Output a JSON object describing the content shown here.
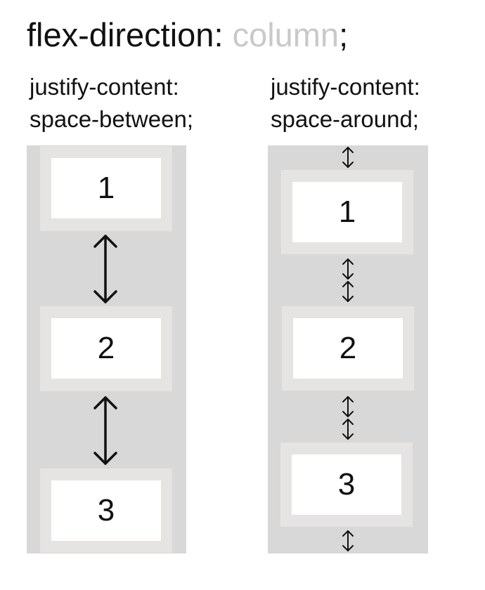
{
  "heading": {
    "property": "flex-direction:",
    "value": "column",
    "semicolon": ";"
  },
  "examples": [
    {
      "property_label": "justify-content:",
      "value_label": "space-between;",
      "items": [
        "1",
        "2",
        "3"
      ]
    },
    {
      "property_label": "justify-content:",
      "value_label": "space-around;",
      "items": [
        "1",
        "2",
        "3"
      ]
    }
  ],
  "colors": {
    "container": "#d8d8d8",
    "item_border": "#e5e4e3",
    "item_fill": "#ffffff",
    "muted_text": "#c9c9c9"
  }
}
